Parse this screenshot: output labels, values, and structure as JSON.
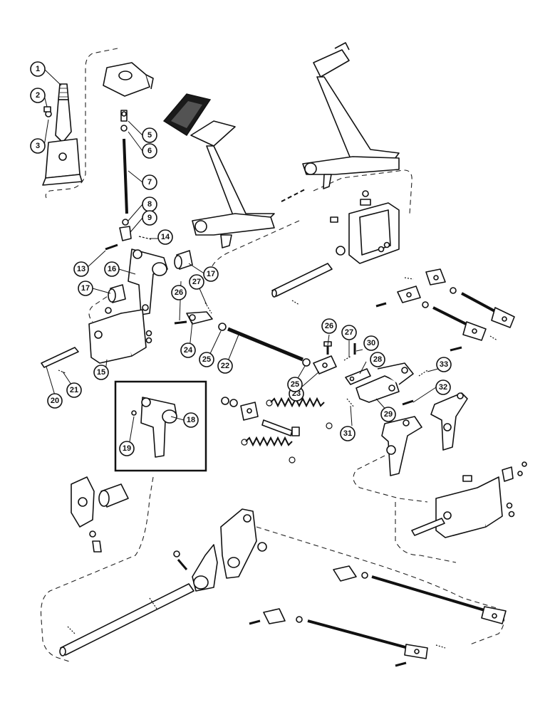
{
  "diagram": {
    "callouts": [
      {
        "id": "c1",
        "label": "1"
      },
      {
        "id": "c2",
        "label": "2"
      },
      {
        "id": "c3",
        "label": "3"
      },
      {
        "id": "c5",
        "label": "5"
      },
      {
        "id": "c6",
        "label": "6"
      },
      {
        "id": "c7",
        "label": "7"
      },
      {
        "id": "c8",
        "label": "8"
      },
      {
        "id": "c9",
        "label": "9"
      },
      {
        "id": "c13",
        "label": "13"
      },
      {
        "id": "c14",
        "label": "14"
      },
      {
        "id": "c15",
        "label": "15"
      },
      {
        "id": "c16",
        "label": "16"
      },
      {
        "id": "c17a",
        "label": "17"
      },
      {
        "id": "c17b",
        "label": "17"
      },
      {
        "id": "c18",
        "label": "18"
      },
      {
        "id": "c19",
        "label": "19"
      },
      {
        "id": "c20",
        "label": "20"
      },
      {
        "id": "c21",
        "label": "21"
      },
      {
        "id": "c22",
        "label": "22"
      },
      {
        "id": "c23",
        "label": "23"
      },
      {
        "id": "c24",
        "label": "24"
      },
      {
        "id": "c25a",
        "label": "25"
      },
      {
        "id": "c25b",
        "label": "25"
      },
      {
        "id": "c26a",
        "label": "26"
      },
      {
        "id": "c26b",
        "label": "26"
      },
      {
        "id": "c27a",
        "label": "27"
      },
      {
        "id": "c27b",
        "label": "27"
      },
      {
        "id": "c28",
        "label": "28"
      },
      {
        "id": "c29",
        "label": "29"
      },
      {
        "id": "c30",
        "label": "30"
      },
      {
        "id": "c31",
        "label": "31"
      },
      {
        "id": "c32",
        "label": "32"
      },
      {
        "id": "c33",
        "label": "33"
      }
    ]
  }
}
